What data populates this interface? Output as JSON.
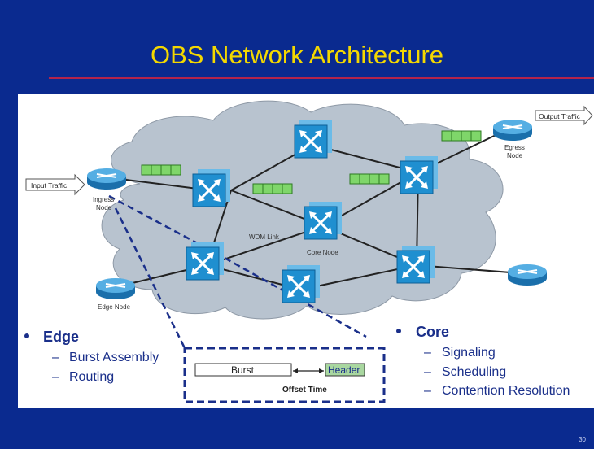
{
  "slide": {
    "title": "OBS Network Architecture",
    "page_number": "30"
  },
  "diagram": {
    "input_label": "Input Traffic",
    "output_label": "Output Traffic",
    "ingress_label_1": "Ingress",
    "ingress_label_2": "Node",
    "egress_label_1": "Egress",
    "egress_label_2": "Node",
    "edge_node_label": "Edge Node",
    "wdm_link_label": "WDM Link",
    "core_node_label": "Core Node",
    "burst_label": "Burst",
    "header_label": "Header",
    "offset_label": "Offset Time"
  },
  "bullets": {
    "edge": {
      "title": "Edge",
      "items": [
        "Burst Assembly",
        "Routing"
      ]
    },
    "core": {
      "title": "Core",
      "items": [
        "Signaling",
        "Scheduling",
        "Contention Resolution"
      ]
    }
  },
  "colors": {
    "background": "#0a2a8f",
    "title": "#f4d800",
    "rule": "#b3234b",
    "bullet_text": "#1a2f8a",
    "switch_fill": "#1f8fd0",
    "router_fill": "#2a8ed0",
    "burst_fill": "#7fd66a",
    "cloud_fill": "#b8c3cf",
    "dashed_line": "#1a2f8a"
  }
}
